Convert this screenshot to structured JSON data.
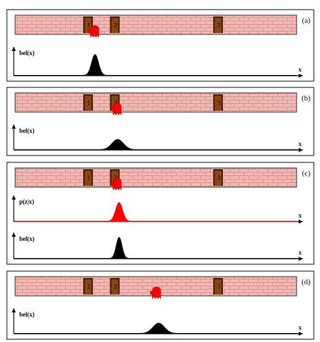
{
  "colors": {
    "wall": "#f3b8b2",
    "brick_line": "#c98c86",
    "door": "#8b4513",
    "door_frame": "#3a1a06",
    "robot": "#ff0000",
    "belief_fill": "#000000",
    "measurement_fill": "#ff0000",
    "panel_border": "#000000"
  },
  "panels": [
    {
      "id": "a",
      "label": "(a)",
      "doors": [
        "1",
        "2",
        "3"
      ],
      "robot_position": 0.28,
      "plots": [
        {
          "name": "belief",
          "ylabel": "bel(x)",
          "xlabel": "x",
          "color": "#000000",
          "mean": 0.285,
          "spread": 0.012,
          "peak": 0.8
        }
      ]
    },
    {
      "id": "b",
      "label": "(b)",
      "doors": [
        "1",
        "2",
        "3"
      ],
      "robot_position": 0.36,
      "plots": [
        {
          "name": "belief",
          "ylabel": "bel(x)",
          "xlabel": "x",
          "color": "#000000",
          "mean": 0.365,
          "spread": 0.02,
          "peak": 0.45
        }
      ]
    },
    {
      "id": "c",
      "label": "(c)",
      "doors": [
        "1",
        "2",
        "3"
      ],
      "robot_position": 0.36,
      "plots": [
        {
          "name": "measurement",
          "ylabel": "p(z|x)",
          "xlabel": "x",
          "color": "#ff0000",
          "mean": 0.37,
          "spread": 0.012,
          "peak": 0.8
        },
        {
          "name": "belief",
          "ylabel": "bel(x)",
          "xlabel": "x",
          "color": "#000000",
          "mean": 0.37,
          "spread": 0.01,
          "peak": 0.9
        }
      ]
    },
    {
      "id": "d",
      "label": "(d)",
      "doors": [
        "1",
        "2",
        "3"
      ],
      "robot_position": 0.5,
      "plots": [
        {
          "name": "belief",
          "ylabel": "bel(x)",
          "xlabel": "x",
          "color": "#000000",
          "mean": 0.51,
          "spread": 0.02,
          "peak": 0.45
        }
      ]
    }
  ]
}
